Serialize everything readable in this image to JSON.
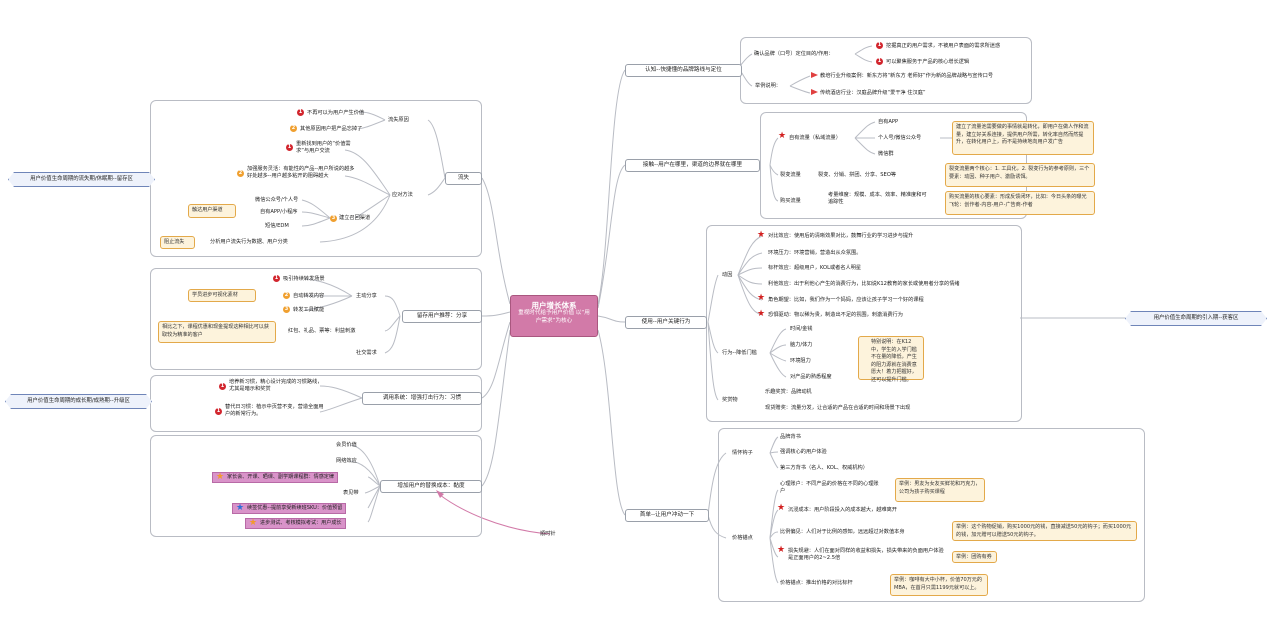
{
  "center": {
    "title": "用户增长体系",
    "subtitle": "重视时代给予用户价值 以“用户需求”为核心"
  },
  "right_branches": {
    "b1": {
      "label": "认知--快捷懂的品牌路线与定位",
      "c1": "确认品牌（口号）定位目的/作用：",
      "c1a": "挖掘真正的用户需求，不被用户表面的需求所迷惑",
      "c1b": "可以聚焦服务于产品的核心增长逻辑",
      "c2": "举例说明：",
      "c2a": "教培行业升级案例：新东方将“新东方 老师好”作为新的品牌战略与宣传口号",
      "c2b": "传统酒店行业：汉庭品牌升级“爱干净 住汉庭”"
    },
    "b2": {
      "label": "接触--用户在哪里，渠道的边界就在哪里",
      "c1": "自有流量（私域流量）",
      "c1a": "自有APP",
      "c1b": "个人号/微信公众号",
      "c1c": "微信群",
      "n1": "建立了流量池需要做的事情就是转化，即用户在做人作和流量，建立好关系连接，提供用户所需，转化率自然而然提升，在转化用户上，而不是持续地向用户发广告",
      "c2": "裂变流量",
      "c2a": "裂变、分销、拼团、分享、SEO等",
      "n2": "裂变流量两个核心：1. 工具化，2. 裂变行为的参考原则，三个要素：动因、种子用户、激励诱饵。",
      "c3": "购买流量",
      "c3a": "考量维度：规模、成本、效率、精准度和可追踪性",
      "n3": "购买流量的核心要素：形成反馈闭环，比如：今日头条的曝光飞轮：创作者-内容-用户-广告商-作者"
    },
    "b3": {
      "label": "使用--用户关键行为",
      "c1": "动因",
      "c1a": "对比效应：使用后的清晰效果对比，鼓舞行业的学习进步与提升",
      "c1b": "环境压力：环境营销，营造出从众氛围。",
      "c1c": "标杆效应：超级用户，KOL或者名人明星",
      "c1d": "利他效应：出于利他心产生的消费行为，比如说K12教育的家长或使用者分享的情绪",
      "c1e": "角色期望：比如，我们作为一个妈妈，应该让孩子学习一个好的课程",
      "c1f": "恐惧驱动：物以稀为贵，制造出不足的氛围，刺激消费行为",
      "c2": "行为--降低门槛",
      "c2a": "时间/金钱",
      "c2b": "脑力/体力",
      "c2c": "环境阻力",
      "c2d": "对产品的熟悉程度",
      "n1": "特别说明：在K12中，学生的入学门槛不在量的降低，产生的阻力源就在消费意愿大！着力把握好，还可以提升门槛。",
      "c3": "奖赏物",
      "c3a": "乐趣奖赏：品牌动机",
      "c3b": "现货赠奖：流量分发，让合适的产品在合适的时间和场景下出现"
    },
    "b4": {
      "label": "首单--让用户冲动一下",
      "c1": "情怀钩子",
      "c1a": "品牌背书",
      "c1b": "强调核心的用户体验",
      "c1c": "第三方背书（名人、KOL、权威机构）",
      "c2": "价格锚点",
      "c2a": "心理账户：不同产品的价格在不同的心理账户",
      "n2a": "举例：男友为女友买鲜花和巧克力，公司为孩子购买课程",
      "c2b": "沉浸成本：用户阶段投入的成本越大，越难离开",
      "c2c": "比例偏见：人们对于比例的感知，远远超过对数值本身",
      "n2c": "举例：这个购物促销，购买1000元的钱，直接减送50元的钩子；而买1000元的钱，加元赠可以赠送50元的钩子。",
      "c2d": "损失规避：人们在面对同样的收益和损失，损失带来的负面用户体验是正面用户的2~2.5倍",
      "n2d": "举例：团购有券",
      "c2e": "价格锚点：推出价格的对比标杆",
      "n2e": "举例：咖啡有大中小杯，价值70万元的MBA，在首月只需1199元就可以上。"
    }
  },
  "right_side_label": "用户价值生命周期的引入期--获客区",
  "left_branches": {
    "l1": {
      "label": "流失",
      "c1": "流失原因",
      "c1a": "不再可以为用户产生价值",
      "c1b": "其他原因用户把产品忘掉了",
      "c2": "应对方法",
      "c2a": "重新找到用户的“价值需求”与用户交流",
      "c2b": "加强服务灵活：有能性的产品--用户所说的越多好处越多--用户越多粘开的阻碍越大",
      "c2c": "建立召回渠道",
      "c2c1": "微信公众号/个人号",
      "c2c2": "自有APP/小程序",
      "c2c3": "短信/EDM",
      "n2c": "触达用户渠道",
      "c2d": "分析用户流失行为数据、用户分类",
      "n2d": "阻止流失"
    },
    "l2": {
      "label": "留存用户推荐：分享",
      "c1": "主动分享",
      "c1a": "吸引持续转发场景",
      "c1b": "自动转发内容",
      "c1c": "转发工具赋能",
      "n1": "学员进步可视化素材",
      "c2": "红包、礼品、票等：利益刺激",
      "n2": "相比之下，课程优惠和现金提现这种相比可以获取较为精准的客户",
      "c3": "社交需求"
    },
    "l3": {
      "label": "调用系统：增强打击行为：习惯",
      "c1": "培养新习惯，精心设计完成的习惯路线，尤其是暗示和奖赏",
      "c2": "替代日习惯：植示中页营不变，营造全面用户的新常行为。"
    },
    "l4": {
      "label": "增加用户的替换成本：黏度",
      "c1": "会员价值",
      "c2": "网络效应",
      "c3": "家长会、开课、晒课、副学期课程群：情感定律",
      "c4": "表见带",
      "c5": "续签优惠--提前享受新续班SKU：价值预留",
      "c6": "进步测试、考核模拟考试：用户成长"
    }
  },
  "left_side_labels": {
    "top": "用户价值生命周期的流失期/休眠期--留存区",
    "bottom": "用户价值生命周期的成长期/成熟期--升级区"
  },
  "bottom_label": "順时针",
  "colors": {
    "center": "#d27aa8",
    "line": "#b9bcc4",
    "note": "#fdf3dc",
    "pink_note": "#d993c9",
    "star": "#d22020"
  }
}
